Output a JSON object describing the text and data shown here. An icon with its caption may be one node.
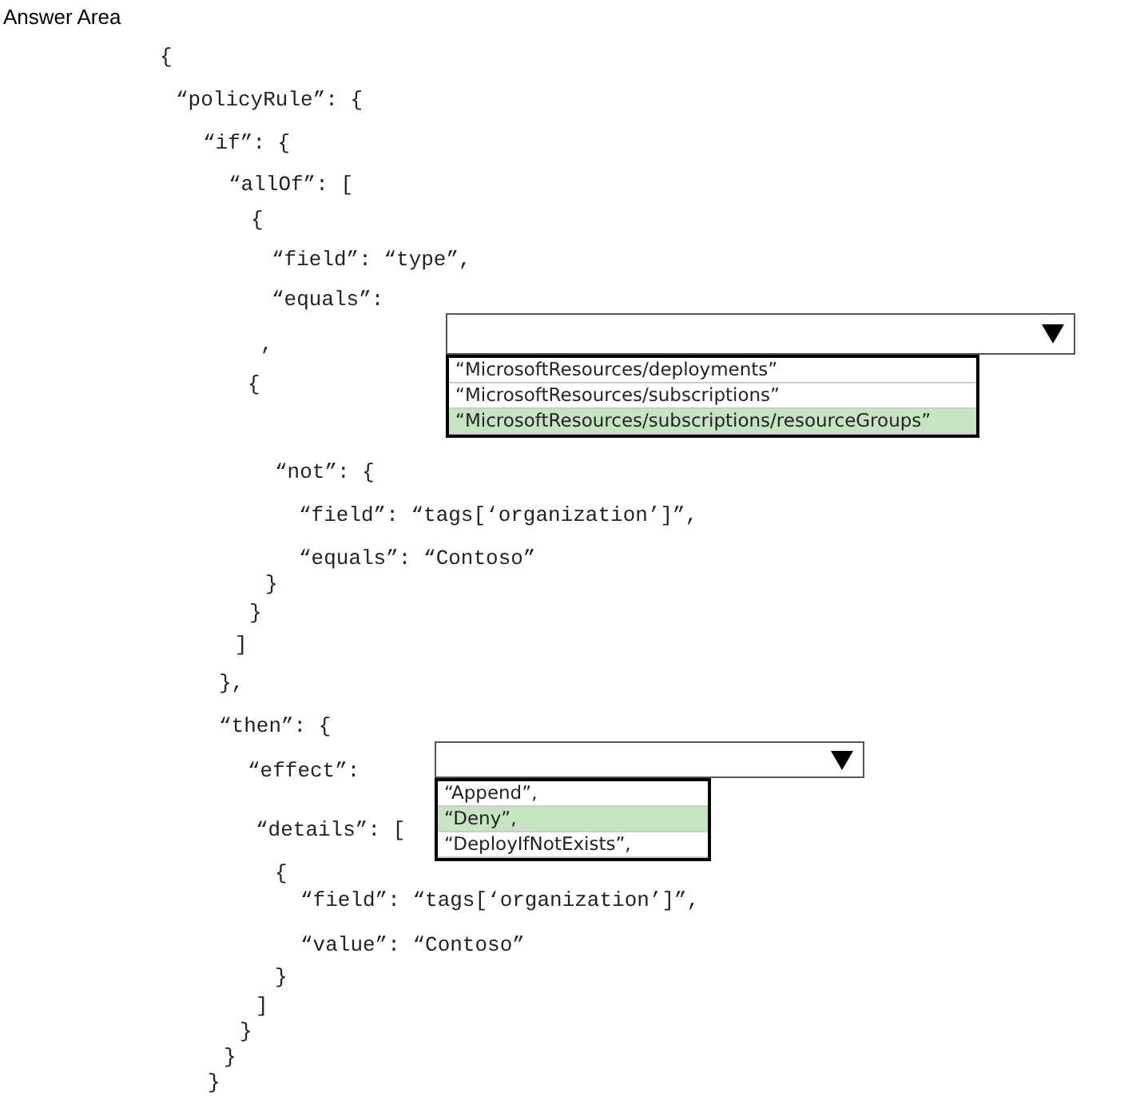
{
  "diagram": {
    "title": "Answer Area",
    "nodes": [
      {
        "text": [],
        "shape": "box"
      },
      {
        "text": [
          "“MicrosoftResources/deployments”",
          "“MicrosoftResources/subscriptions”",
          "“MicrosoftResources/subscriptions/resourceGroups”"
        ]
      },
      {
        "text": [],
        "shape": "box"
      },
      {
        "text": [
          "“Append”,",
          "“Deny”,",
          "“DeployIfNotExists”,"
        ]
      }
    ],
    "edges": [],
    "labels": [
      "{",
      "“policyRule”: {",
      "“if”: {",
      "“allOf”: [",
      "{",
      "“field”: “type”,",
      "“equals”:",
      ",",
      "{",
      "“not”: {",
      "“field”: “tags[‘organization’]”,",
      "“equals”: “Contoso”",
      "}",
      "}",
      "]",
      "},",
      "“then”: {",
      "“effect”:",
      "“details”: [",
      "{",
      "“field”: “tags[‘organization’]”,",
      "“value”: “Contoso”",
      "}",
      "]",
      "}",
      "}",
      "}"
    ]
  }
}
